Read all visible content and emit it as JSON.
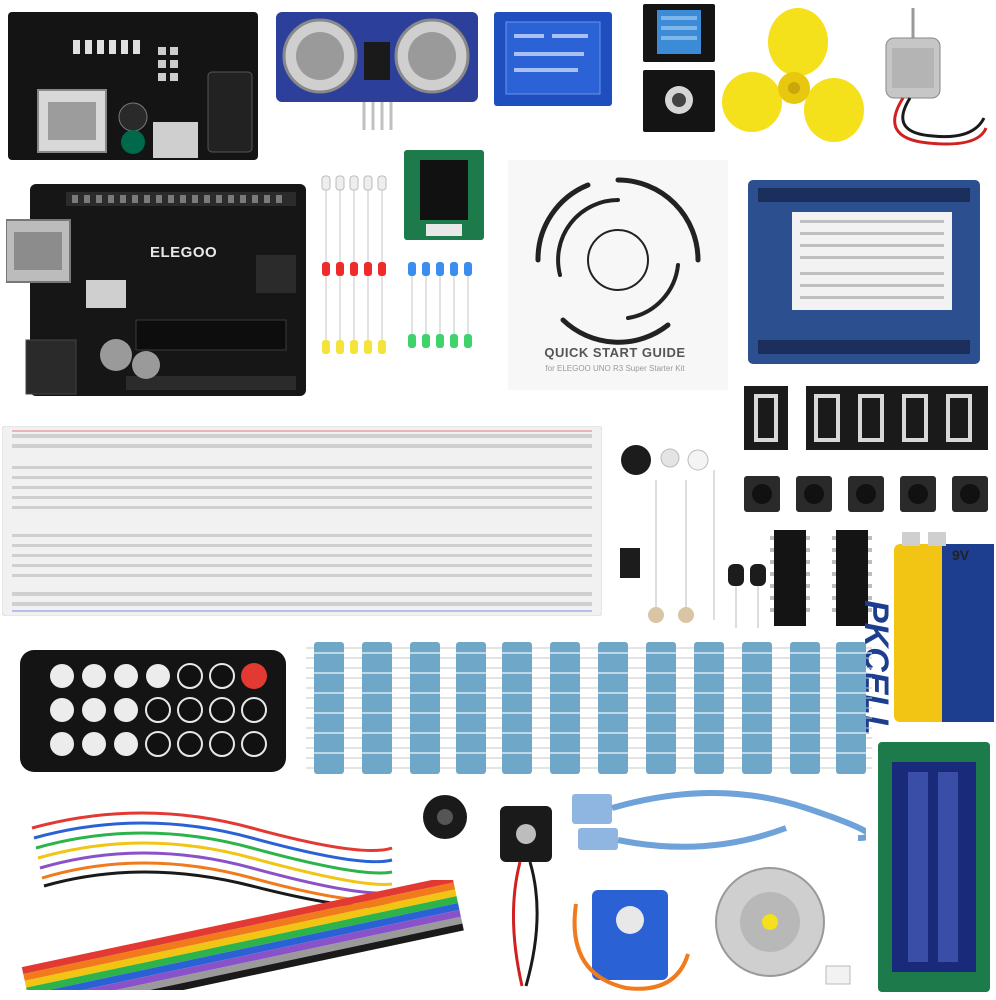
{
  "image": {
    "board_brand": "ELEGOO",
    "guide_title": "QUICK START GUIDE",
    "guide_subtitle": "for ELEGOO UNO R3 Super Starter Kit",
    "battery_brand": "PKCELL",
    "battery_voltage": "9V",
    "colors": {
      "background": "#ffffff",
      "board_black": "#161616",
      "shield_blue": "#2c4f8f",
      "relay_blue": "#1f4fbf",
      "fan_yellow": "#f4e01b",
      "battery_yellow": "#f2c413",
      "lcd_blue": "#1a2a7a"
    }
  }
}
